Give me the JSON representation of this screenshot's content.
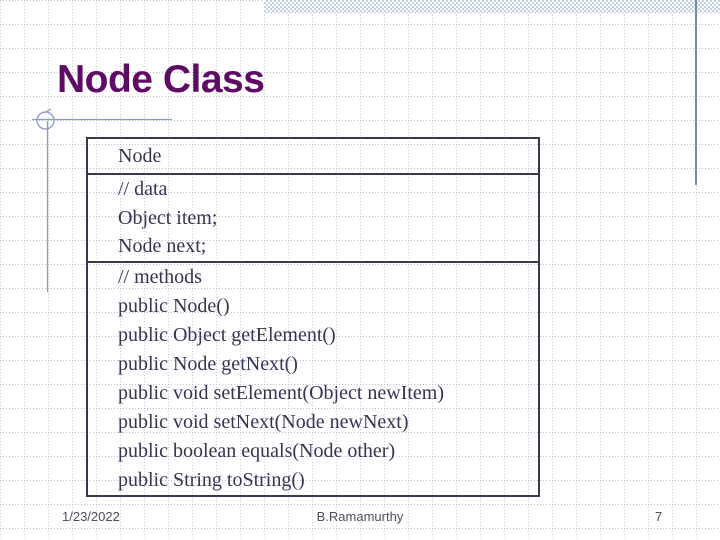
{
  "slide": {
    "title": "Node Class",
    "class_box": {
      "name": "Node",
      "data_lines": [
        "// data",
        "Object item;",
        "Node next;"
      ],
      "method_lines": [
        "// methods",
        "public Node()",
        "public Object getElement()",
        "public Node getNext()",
        "public void setElement(Object newItem)",
        "public void setNext(Node newNext)",
        "public boolean equals(Node other)",
        "public String toString()"
      ]
    },
    "footer": {
      "date": "1/23/2022",
      "author": "B.Ramamurthy",
      "slide_number": "7"
    }
  },
  "colors": {
    "title_text": "#5d0b64",
    "box_border": "#39394e",
    "box_text": "#343450",
    "accent_line": "#8a9cc2",
    "right_line": "#7389ae",
    "band_blue": "#c3d1e9",
    "footer_text": "#4e4e58",
    "grid_dot": "#b9c0d2"
  }
}
